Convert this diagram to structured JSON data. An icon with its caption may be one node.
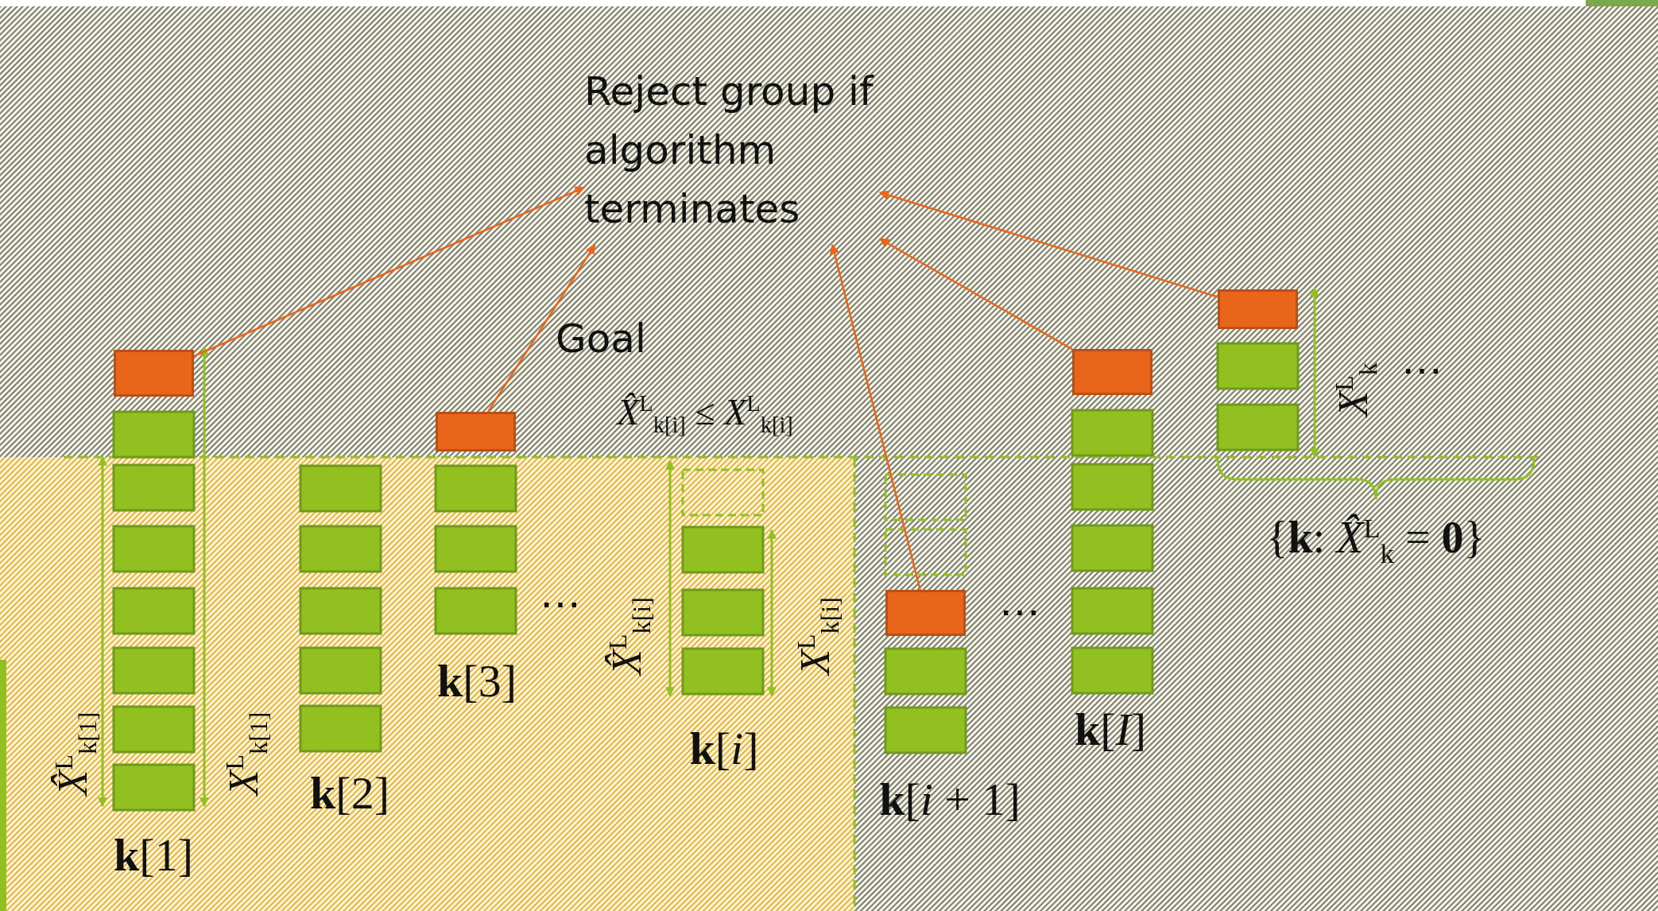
{
  "diagram": {
    "nodes": [
      {
        "text": [
          "Reject group if algorithm terminates"
        ]
      },
      {
        "text": [],
        "shape": "box"
      },
      {
        "text": [],
        "shape": "box"
      },
      {
        "text": [],
        "shape": "box"
      },
      {
        "text": [],
        "shape": "box"
      },
      {
        "text": [],
        "shape": "box"
      }
    ],
    "edges": [
      {
        "from": 1,
        "to": 0,
        "arrow": "to"
      },
      {
        "from": 2,
        "to": 0,
        "arrow": "to"
      },
      {
        "from": 3,
        "to": 0,
        "arrow": "to"
      },
      {
        "from": 4,
        "to": 0,
        "arrow": "to"
      },
      {
        "from": 5,
        "to": 0,
        "arrow": "to"
      }
    ],
    "labels": [
      "Goal",
      "*X̂*$^{L}$$_{k[i]}$ ≤ *X*$^{L}$$_{k[i]}$",
      "*X̂*$^{L}$$_{k[1]}$",
      "*X*$^{L}$$_{k[1]}$",
      "**k**[1]",
      "**k**[2]",
      "**k**[3]",
      "⋯",
      "*X̂*$^{L}$$_{k[i]}$",
      "*X*$^{L}$$_{k[i]}$",
      "**k**[*i*]",
      "⋯",
      "**k**[*i* + 1]",
      "**k**[*I*]",
      "*X*$^{L}$$_{k}$",
      "⋯",
      "{**k**: *X̂*$^{L}$$_{k}$ = **0**}"
    ]
  }
}
